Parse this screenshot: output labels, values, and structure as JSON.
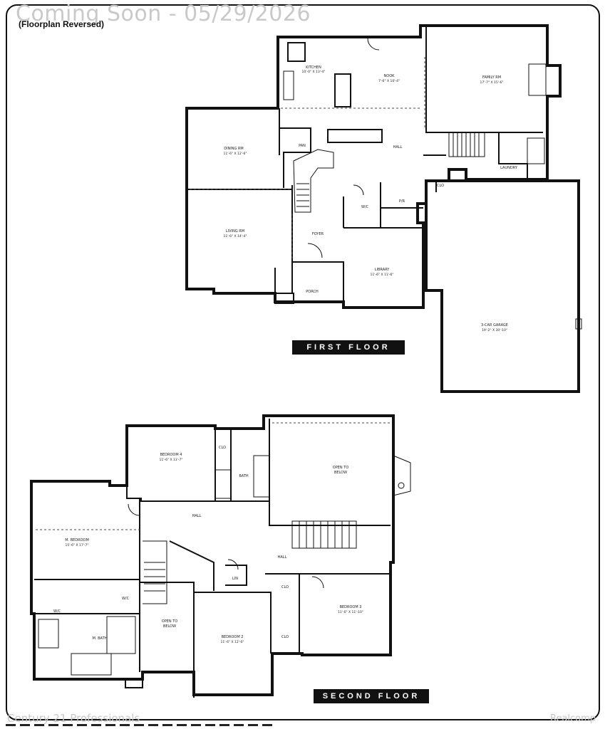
{
  "watermark": {
    "top": "Coming Soon - 05/29/2026",
    "bottom_left": "Century 21 Professionals",
    "bottom_right": "Realcomp"
  },
  "note": "(Floorplan Reversed)",
  "first_floor": {
    "label": "FIRST FLOOR",
    "rooms": {
      "kitchen": "KITCHEN",
      "kitchen_dim": "10'-0\" X 13'-4\"",
      "nook": "NOOK",
      "nook_dim": "7'-6\" X 10'-4\"",
      "family": "FAMILY RM",
      "family_dim": "17'-7\" X 15'-6\"",
      "dining": "DINING RM",
      "dining_dim": "11'-6\" X 12'-6\"",
      "living": "LIVING RM",
      "living_dim": "11'-6\" X 14'-4\"",
      "pan": "PAN",
      "hall": "HALL",
      "laundry": "LAUNDRY",
      "clo": "CLO",
      "wic": "W/C",
      "pr": "P/R",
      "foyer": "FOYER",
      "porch": "PORCH",
      "library": "LIBRARY",
      "library_dim": "11'-6\" X 11'-6\"",
      "garage": "3-CAR GARAGE",
      "garage_dim": "19'-2\" X 30'-10\""
    }
  },
  "second_floor": {
    "label": "SECOND FLOOR",
    "rooms": {
      "bedroom4": "BEDROOM 4",
      "bedroom4_dim": "11'-6\" X 11'-7\"",
      "bath": "BATH",
      "clo": "CLO",
      "open_below_1": "OPEN TO",
      "open_below_1b": "BELOW",
      "hall": "HALL",
      "hall2": "HALL",
      "master": "M. BEDROOM",
      "master_dim": "15'-6\" X 17'-7\"",
      "wic1": "W/C",
      "wic2": "W/C",
      "mbath": "M. BATH",
      "open_below_2": "OPEN TO",
      "open_below_2b": "BELOW",
      "lin": "LIN",
      "bedroom2": "BEDROOM 2",
      "bedroom2_dim": "11'-6\" X 12'-0\"",
      "bedroom3": "BEDROOM 3",
      "bedroom3_dim": "11'-0\" X 11'-10\"",
      "clo2": "CLO",
      "clo3": "CLO"
    }
  }
}
